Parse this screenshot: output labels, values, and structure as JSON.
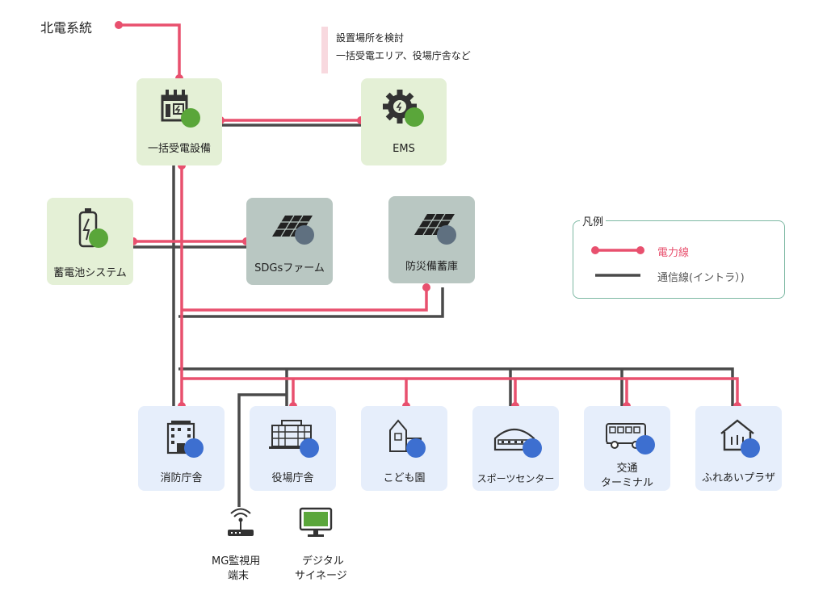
{
  "source_label": "北電系統",
  "note": {
    "line1": "設置場所を検討",
    "line2": "一括受電エリア、役場庁舎など"
  },
  "nodes": {
    "substation": "一括受電設備",
    "ems": "EMS",
    "battery": "蓄電池システム",
    "sdgs_farm": "SDGsファーム",
    "disaster_storage": "防災備蓄庫",
    "fire_station": "消防庁舎",
    "town_office": "役場庁舎",
    "kodomoen": "こども園",
    "sports_center": "スポーツセンター",
    "terminal_line1": "交通",
    "terminal_line2": "ターミナル",
    "fureai_plaza": "ふれあいプラザ"
  },
  "devices": {
    "monitor_line1": "MG監視用",
    "monitor_line2": "端末",
    "signage_line1": "デジタル",
    "signage_line2": "サイネージ"
  },
  "legend": {
    "title": "凡例",
    "power_line": "電力線",
    "comm_line": "通信線(イントラ）)"
  },
  "colors": {
    "power": "#e8506e",
    "comm": "#4a4a4a",
    "green_bg": "#e4f0d6",
    "gray_bg": "#b9c7c2",
    "blue_bg": "#e6eefb",
    "green_dot": "#5aa63a",
    "gray_dot": "#5f7080",
    "blue_dot": "#3d6fd0"
  }
}
